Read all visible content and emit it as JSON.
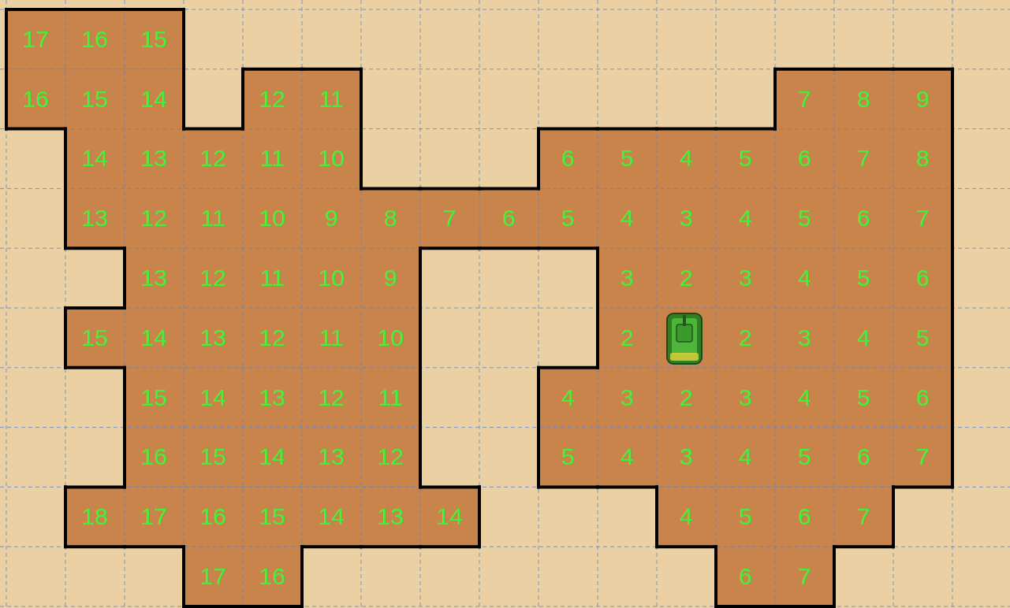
{
  "diagram": {
    "labels": [
      "17",
      "16",
      "15",
      "16",
      "15",
      "14",
      "12",
      "11",
      "7",
      "8",
      "9",
      "14",
      "13",
      "12",
      "11",
      "10",
      "6",
      "5",
      "4",
      "5",
      "6",
      "7",
      "8",
      "13",
      "12",
      "11",
      "10",
      "9",
      "8",
      "7",
      "6",
      "5",
      "4",
      "3",
      "4",
      "5",
      "6",
      "7",
      "13",
      "12",
      "11",
      "10",
      "9",
      "3",
      "2",
      "3",
      "4",
      "5",
      "6",
      "15",
      "14",
      "13",
      "12",
      "11",
      "10",
      "2",
      "2",
      "3",
      "4",
      "5",
      "15",
      "14",
      "13",
      "12",
      "11",
      "4",
      "3",
      "2",
      "3",
      "4",
      "5",
      "6",
      "16",
      "15",
      "14",
      "13",
      "12",
      "5",
      "4",
      "3",
      "4",
      "5",
      "6",
      "7",
      "18",
      "17",
      "16",
      "15",
      "14",
      "13",
      "14",
      "4",
      "5",
      "6",
      "7",
      "17",
      "16",
      "6",
      "7"
    ]
  }
}
